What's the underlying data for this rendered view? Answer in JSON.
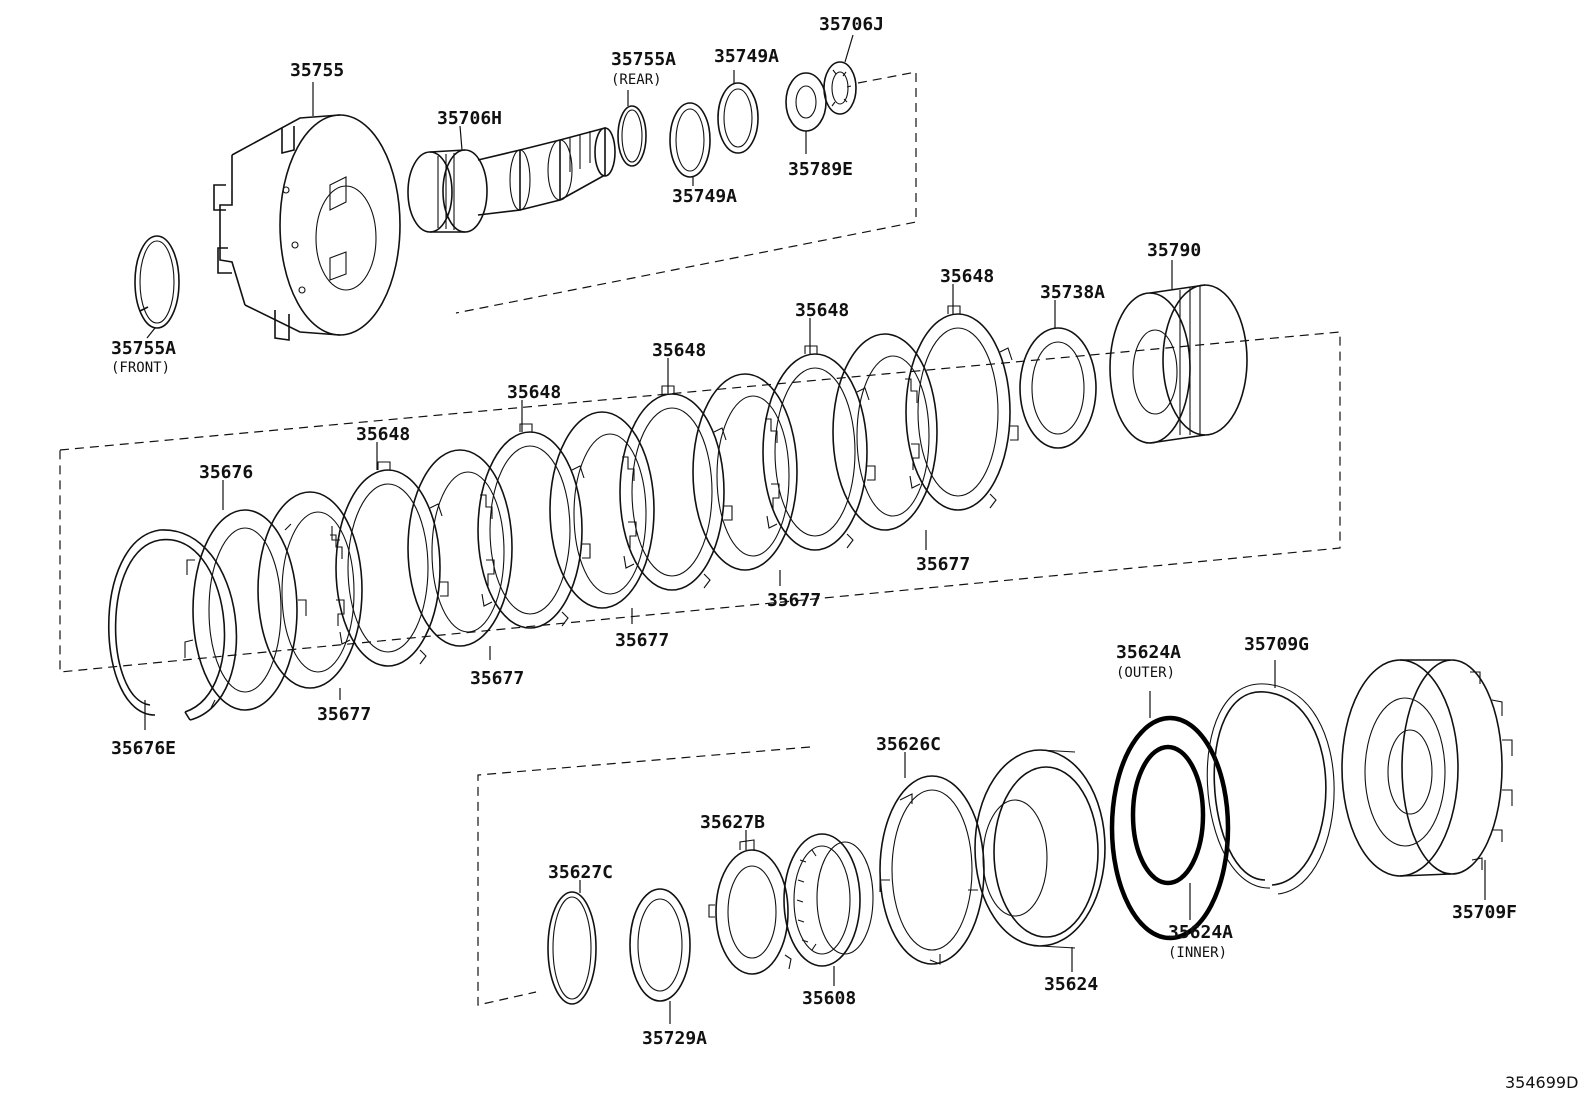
{
  "diagram_id": "354699D",
  "labels": [
    {
      "id": "l1",
      "text": "35755"
    },
    {
      "id": "l2",
      "text": "35706H"
    },
    {
      "id": "l3",
      "text": "35755A",
      "note": "(REAR)"
    },
    {
      "id": "l4",
      "text": "35749A"
    },
    {
      "id": "l5",
      "text": "35706J"
    },
    {
      "id": "l6",
      "text": "35789E"
    },
    {
      "id": "l7",
      "text": "35749A"
    },
    {
      "id": "l8",
      "text": "35755A",
      "note": "(FRONT)"
    },
    {
      "id": "l9",
      "text": "35790"
    },
    {
      "id": "l10",
      "text": "35738A"
    },
    {
      "id": "l11",
      "text": "35648"
    },
    {
      "id": "l12",
      "text": "35648"
    },
    {
      "id": "l13",
      "text": "35648"
    },
    {
      "id": "l14",
      "text": "35648"
    },
    {
      "id": "l15",
      "text": "35648"
    },
    {
      "id": "l16",
      "text": "35676"
    },
    {
      "id": "l17",
      "text": "35677"
    },
    {
      "id": "l18",
      "text": "35677"
    },
    {
      "id": "l19",
      "text": "35677"
    },
    {
      "id": "l20",
      "text": "35677"
    },
    {
      "id": "l21",
      "text": "35677"
    },
    {
      "id": "l22",
      "text": "35676E"
    },
    {
      "id": "l23",
      "text": "35624A",
      "note": "(OUTER)"
    },
    {
      "id": "l24",
      "text": "35709G"
    },
    {
      "id": "l25",
      "text": "35626C"
    },
    {
      "id": "l26",
      "text": "35627B"
    },
    {
      "id": "l27",
      "text": "35627C"
    },
    {
      "id": "l28",
      "text": "35608"
    },
    {
      "id": "l29",
      "text": "35624"
    },
    {
      "id": "l30",
      "text": "35624A",
      "note": "(INNER)"
    },
    {
      "id": "l31",
      "text": "35709F"
    },
    {
      "id": "l32",
      "text": "35729A"
    }
  ]
}
